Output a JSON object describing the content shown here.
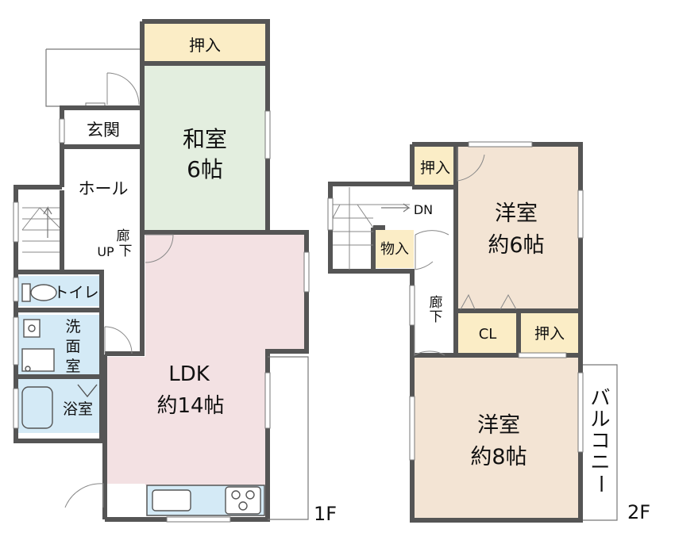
{
  "floor1": {
    "label": "1F",
    "rooms": {
      "oshiire": "押入",
      "washitsu": "和室",
      "washitsu_size": "6帖",
      "genkan": "玄関",
      "hall": "ホール",
      "rouka_1": "廊",
      "rouka_2": "下",
      "up": "UP",
      "toilet": "トイレ",
      "senmen_1": "洗",
      "senmen_2": "面",
      "senmen_3": "室",
      "yokushitsu": "浴室",
      "ldk": "LDK",
      "ldk_size": "約14帖"
    }
  },
  "floor2": {
    "label": "2F",
    "rooms": {
      "oshiire_top": "押入",
      "dn": "DN",
      "monoire": "物入",
      "youshitsu_a": "洋室",
      "youshitsu_a_size": "約6帖",
      "rouka_1": "廊",
      "rouka_2": "下",
      "cl": "CL",
      "oshiire_2": "押入",
      "youshitsu_b": "洋室",
      "youshitsu_b_size": "約8帖",
      "balcony": [
        "バ",
        "ル",
        "コ",
        "ニ",
        "ー"
      ]
    }
  },
  "colors": {
    "wall": "#4a4a4a",
    "storage": "#fbedc6",
    "washitsu": "#e3eedf",
    "ldk": "#f3e1e3",
    "wet": "#d4eaf6",
    "youshitsu": "#f3e4d4",
    "corridor": "#ffffff"
  }
}
